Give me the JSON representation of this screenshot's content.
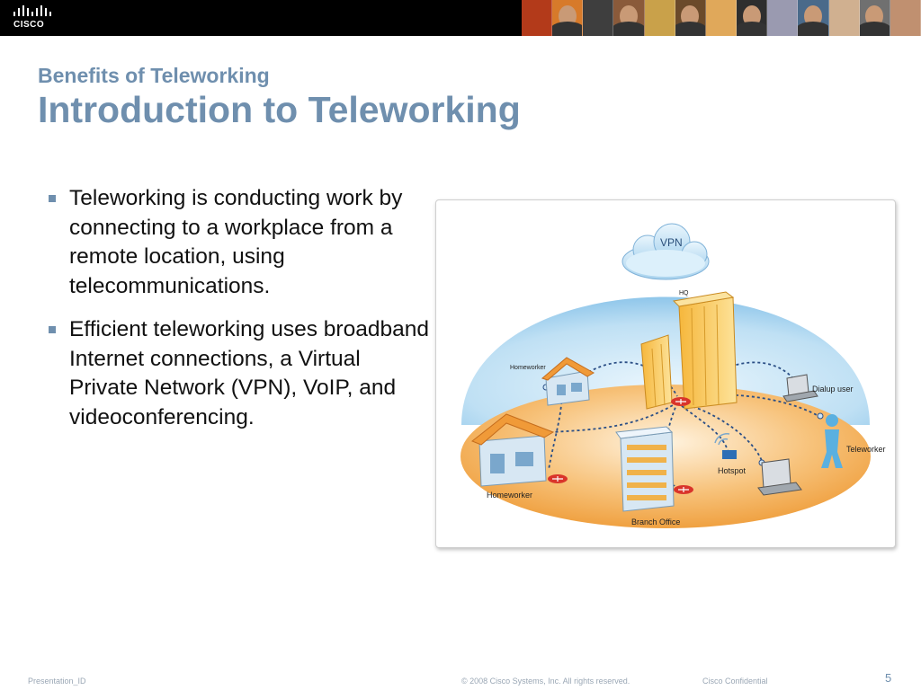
{
  "header": {
    "logo_text": "CISCO",
    "photo_colors": [
      "#b33a1a",
      "#d77a2a",
      "#3e3e3e",
      "#8a5a3a",
      "#c9a14a",
      "#6b4a2a",
      "#e0a85a",
      "#2e2e2e",
      "#9a9ab0",
      "#4a6a8a",
      "#d0b090",
      "#707070",
      "#c09070"
    ]
  },
  "slide": {
    "subtitle": "Benefits of Teleworking",
    "title": "Introduction to Teleworking",
    "bullets": [
      "Teleworking is conducting work by connecting to a workplace from a remote location, using telecommunications.",
      "Efficient teleworking uses broadband Internet connections, a Virtual Private Network (VPN), VoIP, and videoconferencing."
    ]
  },
  "diagram": {
    "vpn": "VPN",
    "hq": "HQ",
    "homeworker_top": "Homeworker",
    "homeworker_bottom": "Homeworker",
    "dialup_user": "Dialup user",
    "teleworker": "Teleworker",
    "hotspot": "Hotspot",
    "branch_office": "Branch Office"
  },
  "footer": {
    "presentation_id": "Presentation_ID",
    "copyright": "© 2008 Cisco Systems, Inc. All rights reserved.",
    "confidential": "Cisco Confidential",
    "page_number": "5"
  },
  "colors": {
    "accent": "#6f8fae",
    "header_bg": "#000000",
    "disc_orange": "#f2a23c",
    "dome_blue": "#a9d3ee",
    "router_red": "#d9342b"
  }
}
